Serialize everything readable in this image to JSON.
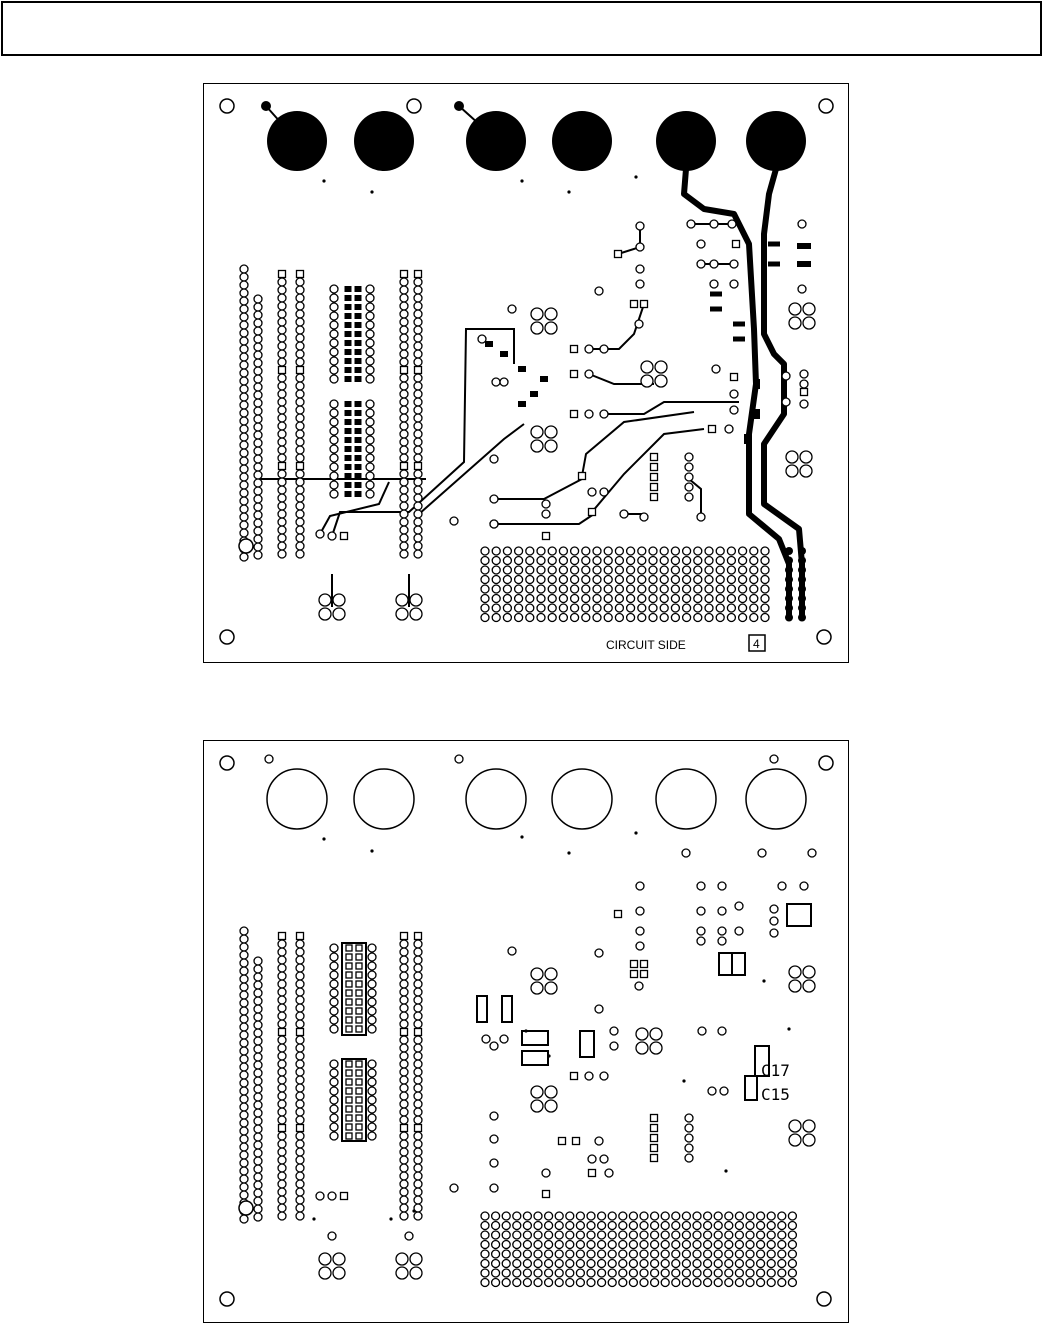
{
  "top_panel": {
    "side_label": "CIRCUIT SIDE",
    "layer_number": "4"
  },
  "bottom_panel": {
    "labels": [
      "C17",
      "C15"
    ]
  },
  "colors": {
    "copper": "#000000",
    "background": "#ffffff"
  }
}
